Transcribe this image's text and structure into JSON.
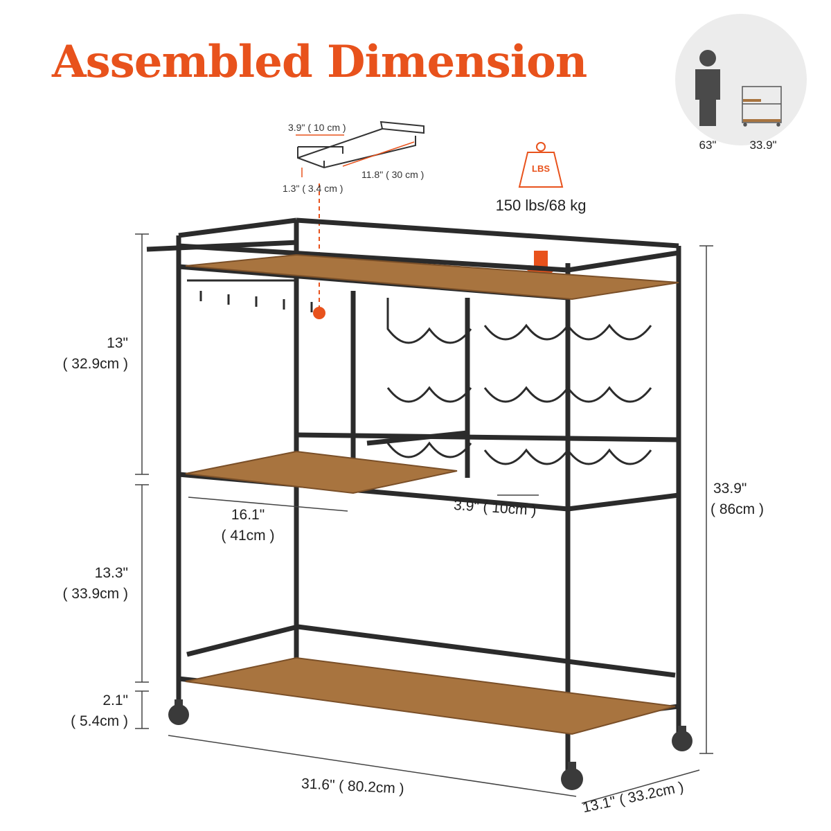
{
  "title": "Assembled Dimension",
  "colors": {
    "accent": "#e8521c",
    "frame": "#2b2b2b",
    "wood": "#a8743f",
    "wood_dark": "#7a4f28"
  },
  "scale_comparison": {
    "person_height": "63\"",
    "cart_height": "33.9\"",
    "icons": [
      "person-icon",
      "cart-icon"
    ]
  },
  "glass_holder": {
    "width": "3.9\" ( 10 cm )",
    "length": "11.8\" ( 30 cm )",
    "height": "1.3\" ( 3.4 cm )"
  },
  "load": {
    "icon": "weight-icon",
    "weight_label": "LBS",
    "capacity": "150 lbs/68 kg"
  },
  "dimensions": {
    "top_tier_height": "13\"",
    "top_tier_height_cm": "( 32.9cm )",
    "middle_tier_height": "13.3\"",
    "middle_tier_height_cm": "( 33.9cm )",
    "wheel_height": "2.1\"",
    "wheel_height_cm": "( 5.4cm )",
    "total_height": "33.9\"",
    "total_height_cm": "( 86cm )",
    "shelf_width": "16.1\"",
    "shelf_width_cm": "( 41cm )",
    "wine_slot": "3.9\" ( 10cm )",
    "total_width": "31.6\" ( 80.2cm )",
    "depth": "13.1\" ( 33.2cm )"
  }
}
